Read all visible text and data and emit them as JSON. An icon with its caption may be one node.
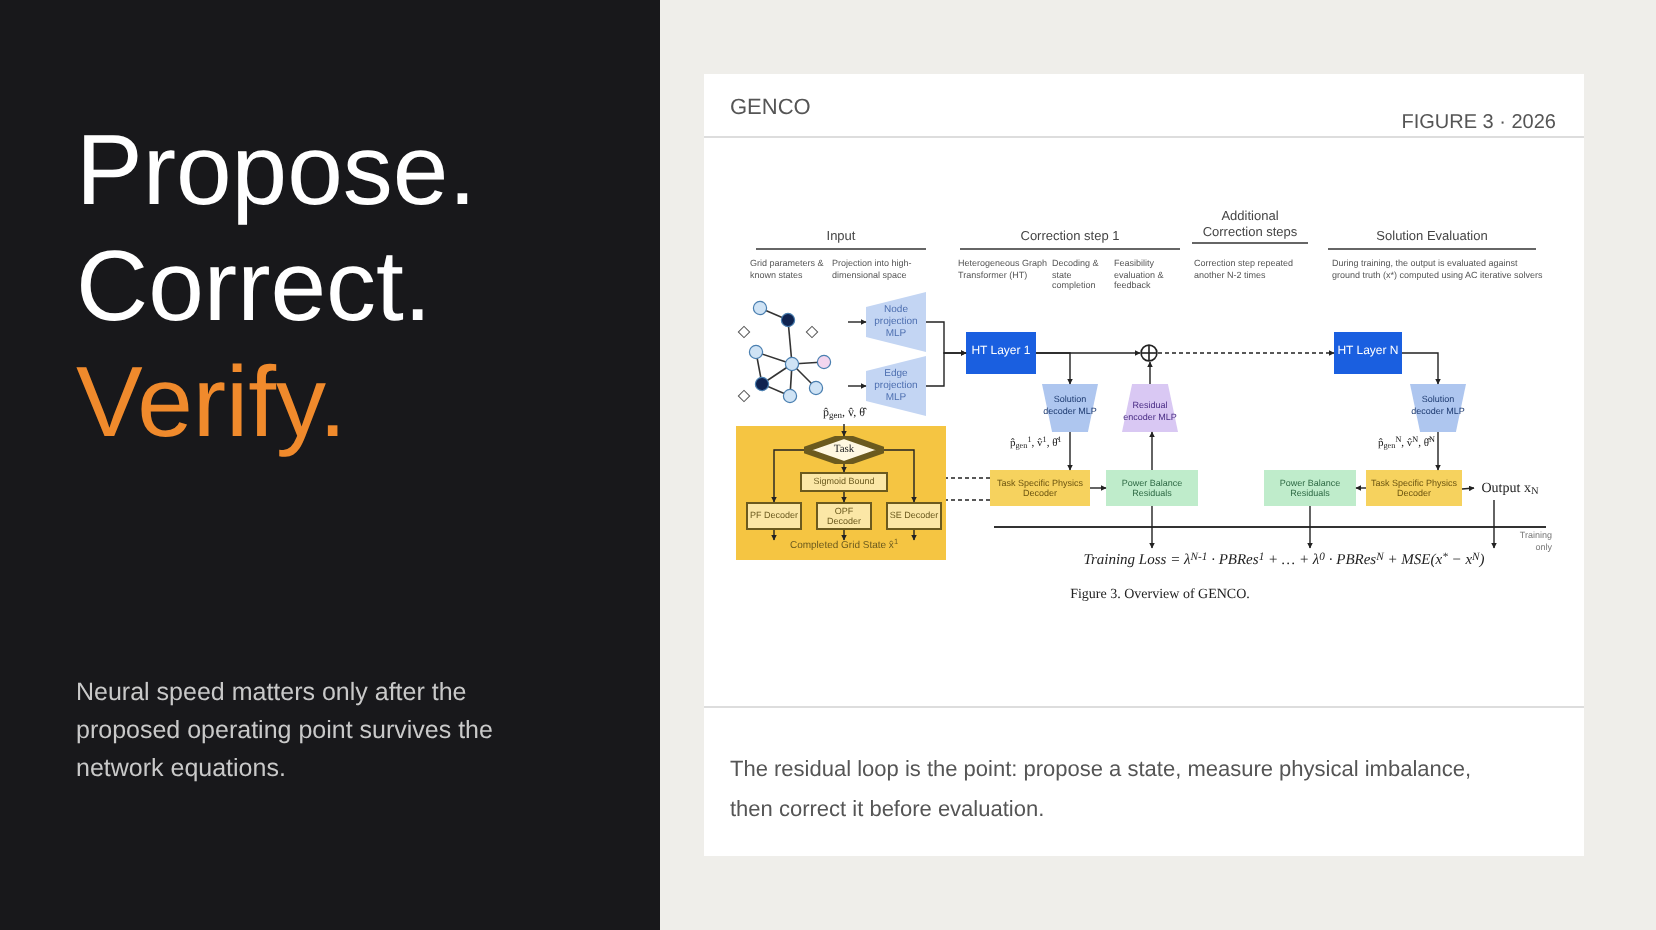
{
  "diagram": {
    "caption": "Figure 3. Overview of GENCO.",
    "nodes": [
      {
        "text": [],
        "shape": "picture"
      },
      {
        "text": [
          "Node projection MLP"
        ]
      },
      {
        "text": [
          "Edge projection MLP"
        ]
      },
      {
        "text": [
          "HT Layer 1"
        ]
      },
      {
        "text": [],
        "shape": "circle"
      },
      {
        "text": [
          "Solution decoder MLP"
        ]
      },
      {
        "text": [
          "Residual encoder MLP"
        ]
      },
      {
        "text": [
          "Task Specific Physics Decoder"
        ]
      },
      {
        "text": [
          "Power Balance Residuals"
        ]
      },
      {
        "text": [
          "HT Layer N"
        ]
      },
      {
        "text": [
          "Solution decoder MLP"
        ]
      },
      {
        "text": [
          "Power Balance Residuals"
        ]
      },
      {
        "text": [
          "Task Specific Physics Decoder"
        ]
      },
      {
        "text": [
          "Output x$_{N}$"
        ]
      },
      {
        "text": [
          "Training Loss = λ$^{N-1}$ · PBRes$^{1}$ + … + λ$^{0}$ · PBRes$^{N}$ + MSE(x$^{*}$ − x$^{N}$)"
        ]
      },
      {
        "text": [],
        "shape": "box"
      },
      {
        "text": [
          "p̂$_{gen}$, v̂, θ̂"
        ]
      },
      {
        "text": [
          "Task"
        ],
        "in": 15
      },
      {
        "text": [
          "Sigmoid Bound"
        ],
        "in": 15
      },
      {
        "text": [
          "PF Decoder"
        ],
        "in": 15
      },
      {
        "text": [
          "OPF Decoder"
        ],
        "in": 15
      },
      {
        "text": [
          "SE Decoder"
        ],
        "in": 15
      },
      {
        "text": [
          "Completed Grid State x̂$^{1}$"
        ],
        "in": 15
      }
    ],
    "edges": [
      {
        "from": 0,
        "to": 1,
        "arrow": "to"
      },
      {
        "from": 0,
        "to": 2,
        "arrow": "to"
      },
      {
        "from": 1,
        "to": 3,
        "arrow": "to"
      },
      {
        "from": 2,
        "to": 3,
        "arrow": "to"
      },
      {
        "from": 3,
        "to": 4,
        "arrow": "to"
      },
      {
        "from": 3,
        "to": 5,
        "arrow": "to"
      },
      {
        "from": 5,
        "to": 7,
        "arrow": "to",
        "label": "p̂$_{gen}$$^{1}$, v̂$^{1}$, θ̂$^{1}$"
      },
      {
        "from": 7,
        "to": 8,
        "arrow": "to"
      },
      {
        "from": 8,
        "to": 6,
        "arrow": "to"
      },
      {
        "from": 6,
        "to": 4,
        "arrow": "to"
      },
      {
        "from": 4,
        "to": 9,
        "arrow": "to",
        "style": "dashed"
      },
      {
        "from": 9,
        "to": 10,
        "arrow": "to"
      },
      {
        "from": 10,
        "to": 12,
        "arrow": "to",
        "label": "p̂$_{gen}$$^{N}$, v̂$^{N}$, θ̂$^{N}$"
      },
      {
        "from": 12,
        "to": 11,
        "arrow": "to"
      },
      {
        "from": 12,
        "to": 13,
        "arrow": "to"
      },
      {
        "from": 8,
        "to": 14,
        "arrow": "to"
      },
      {
        "from": 11,
        "to": 14,
        "arrow": "to"
      },
      {
        "from": 13,
        "to": 14,
        "arrow": "to"
      },
      {
        "from": 16,
        "to": 17,
        "arrow": "to"
      },
      {
        "from": 17,
        "to": 19,
        "arrow": "to"
      },
      {
        "from": 17,
        "to": 18,
        "arrow": "to"
      },
      {
        "from": 17,
        "to": 21,
        "arrow": "to"
      },
      {
        "from": 18,
        "to": 20,
        "arrow": "to"
      },
      {
        "from": 19,
        "to": 22,
        "arrow": "to"
      },
      {
        "from": 20,
        "to": 22,
        "arrow": "to"
      },
      {
        "from": 21,
        "to": 22,
        "arrow": "to"
      },
      {
        "from": 7,
        "to": 15,
        "arrow": "none",
        "style": "dashed"
      },
      {
        "from": 7,
        "to": 15,
        "arrow": "none",
        "style": "dashed"
      }
    ],
    "labels": [
      "Propose.",
      "Correct.",
      "Verify.",
      "Neural speed matters only after the proposed operating point survives the network equations.",
      "GENCO",
      "FIGURE 3 · 2026",
      "Input",
      "Correction step 1",
      "Additional Correction steps",
      "Solution Evaluation",
      "Grid parameters & known states",
      "Projection into high-dimensional space",
      "Heterogeneous Graph Transformer (HT)",
      "Decoding & state completion",
      "Feasibility evaluation & feedback",
      "Correction step repeated another N-2 times",
      "During training, the output is evaluated against ground truth (x*) computed using AC iterative solvers",
      "Training only",
      "The residual loop is the point: propose a state, measure physical imbalance, then correct it before evaluation."
    ]
  }
}
